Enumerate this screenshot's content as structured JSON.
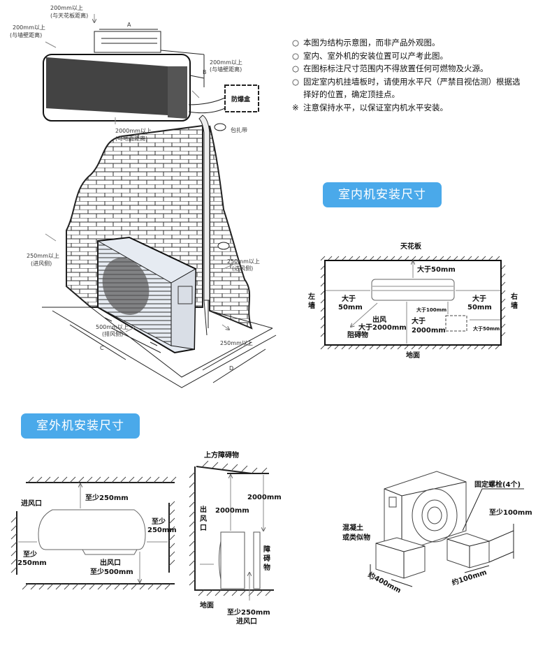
{
  "notes": [
    {
      "bullet": "○",
      "text": "本图为结构示意图，而非产品外观图。"
    },
    {
      "bullet": "○",
      "text": "室内、室外机的安装位置可以产考此图。"
    },
    {
      "bullet": "○",
      "text": "在图标标注尺寸范围内不得放置任何可燃物及火源。"
    },
    {
      "bullet": "○",
      "text": "固定室内机挂墙板时，请使用水平尺（严禁目视估测）根据选",
      "cont": "择好的位置，确定顶挂点。"
    },
    {
      "bullet": "※",
      "text": "注意保持水平，以保证室内机水平安装。"
    }
  ],
  "sections": {
    "indoor_title": "室内机安装尺寸",
    "outdoor_title": "室外机安装尺寸"
  },
  "accent_color": "#4aa9ea",
  "overview": {
    "ceiling_dist": "200mm以上",
    "ceiling_note": "(与天花板距离)",
    "wall_left": "200mm以上",
    "wall_left_note": "(与墙壁距离)",
    "dim_a": "A",
    "dim_b": "B",
    "wall_right": "200mm以上",
    "wall_right_note": "(与墙壁距离)",
    "box": "防爆盒",
    "floor_dist": "2000mm以上",
    "floor_note": "(与地面距离)",
    "tape": "包扎带",
    "intake_left": "250mm以上",
    "intake_left_note": "(进风侧)",
    "intake_right": "250mm以上",
    "intake_right_note": "(进风侧)",
    "exhaust": "500mm以上",
    "exhaust_note": "(排风侧)",
    "side": "250mm以上",
    "dim_c": "C",
    "dim_d": "D"
  },
  "indoor": {
    "ceiling": "天花板",
    "top_gap": "大于50mm",
    "left_wall": "左墙",
    "right_wall": "右墙",
    "left_gap_1": "大于",
    "left_gap_2": "50mm",
    "right_gap_1": "大于",
    "right_gap_2": "50mm",
    "box_gap": "大于100mm",
    "outlet_1": "出风",
    "outlet_2": "大于2000mm",
    "outlet_3": "阻碍物",
    "floor_gap_1": "大于",
    "floor_gap_2": "2000mm",
    "box_side": "大于50mm",
    "floor": "地面"
  },
  "outdoor_top": {
    "top_gap": "至少250mm",
    "intake": "进风口",
    "right_1": "至少",
    "right_2": "250mm",
    "left_1": "至少",
    "left_2": "250mm",
    "outlet_1": "出风口",
    "outlet_2": "至少500mm"
  },
  "outdoor_side": {
    "obstacle_top": "上方障碍物",
    "h1": "2000mm",
    "h2": "2000mm",
    "outlet": "出风口",
    "obstacle": "障碍物",
    "floor": "地面",
    "intake_1": "至少250mm",
    "intake_2": "进风口"
  },
  "foundation": {
    "bolts": "固定螺栓(4个)",
    "height": "至少100mm",
    "material_1": "混凝土",
    "material_2": "或类似物",
    "depth": "约400mm",
    "width": "约100mm"
  }
}
